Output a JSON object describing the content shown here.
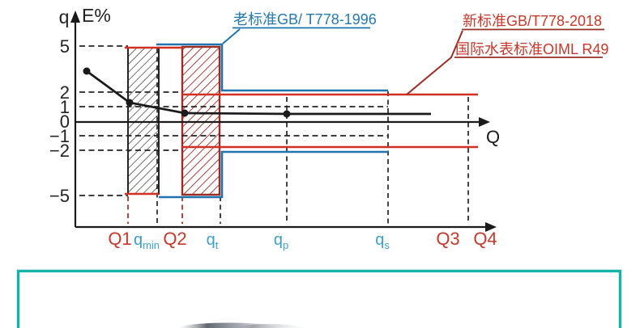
{
  "chart_data": {
    "type": "line",
    "title": "",
    "xlabel": "Q",
    "ylabel": "E%",
    "y_ticks": [
      5,
      2,
      1,
      0,
      -1,
      -2,
      -5
    ],
    "x_ticks": [
      "Q1",
      "qmin",
      "Q2",
      "qt",
      "qp",
      "qs",
      "Q3",
      "Q4"
    ],
    "ylim": [
      -7,
      7
    ],
    "grid": "dashed horizontal at ±1, ±2, ±5 and dashed vertical at each flow-rate tick",
    "series": [
      {
        "name": "老标准GB/ T778-1996",
        "role": "error-limit-boundary",
        "color": "#1f74ad",
        "upper_limit": [
          {
            "from": "qmin",
            "to": "qt",
            "E_pct": 5
          },
          {
            "from": "qt",
            "to": "qs",
            "E_pct": 2
          }
        ],
        "lower_limit": [
          {
            "from": "qmin",
            "to": "qt",
            "E_pct": -5
          },
          {
            "from": "qt",
            "to": "qs",
            "E_pct": -2
          }
        ]
      },
      {
        "name": "新标准GB/T778-2018 / 国际水表标准OIML R49",
        "role": "error-limit-boundary",
        "color": "#d32f23",
        "upper_limit": [
          {
            "from": "Q1",
            "to": "Q2",
            "E_pct": 5
          },
          {
            "from": "Q2",
            "to": "Q4",
            "E_pct": 2
          }
        ],
        "lower_limit": [
          {
            "from": "Q1",
            "to": "Q2",
            "E_pct": -5
          },
          {
            "from": "Q2",
            "to": "Q4",
            "E_pct": -2
          }
        ]
      },
      {
        "name": "meter-error-curve",
        "role": "measured-error-curve-with-dots",
        "color": "#1a1a1a",
        "points": [
          {
            "x": "start (left of Q1)",
            "E_pct": 3.3
          },
          {
            "x": "Q1",
            "E_pct": 1.2
          },
          {
            "x": "Q2",
            "E_pct": 0.6
          },
          {
            "x": "qp",
            "E_pct": 0.6
          },
          {
            "x": "end (left of Q3)",
            "E_pct": 0.55
          }
        ]
      }
    ],
    "hatched_zones": [
      {
        "from": "Q1",
        "to": "qmin",
        "E_range_pct": [
          -5,
          5
        ],
        "hatch": "black-diagonal"
      },
      {
        "from": "Q2",
        "to": "qt",
        "E_range_pct": [
          -5,
          5
        ],
        "hatch": "dark-red-diagonal"
      }
    ],
    "legend_position": "annotations with leader lines at top of chart"
  },
  "labels": {
    "axis": {
      "q": "q",
      "e_pct": "E%",
      "big_q": "Q"
    },
    "y_ticks": [
      "5",
      "2",
      "1",
      "0",
      "−1",
      "−2",
      "−5"
    ],
    "x_ticks": [
      {
        "text": "Q1"
      },
      {
        "base": "q",
        "sub": "min"
      },
      {
        "text": "Q2"
      },
      {
        "base": "q",
        "sub": "t"
      },
      {
        "base": "q",
        "sub": "p"
      },
      {
        "base": "q",
        "sub": "s"
      },
      {
        "text": "Q3"
      },
      {
        "text": "Q4"
      }
    ],
    "legend": {
      "old_standard": "老标准GB/ T778-1996",
      "new_standard": "新标准GB/T778-2018",
      "oiml_standard": "国际水表标准OIML R49"
    }
  },
  "colors": {
    "old_standard_blue": "#1f74ad",
    "new_standard_red": "#d32f23",
    "dark_red_accent": "#9a2d25",
    "red_label": "#c5392c",
    "blue_tick_label": "#3f9fca",
    "teal_frame": "#17b3ab",
    "curve_black": "#1a1a1a"
  }
}
